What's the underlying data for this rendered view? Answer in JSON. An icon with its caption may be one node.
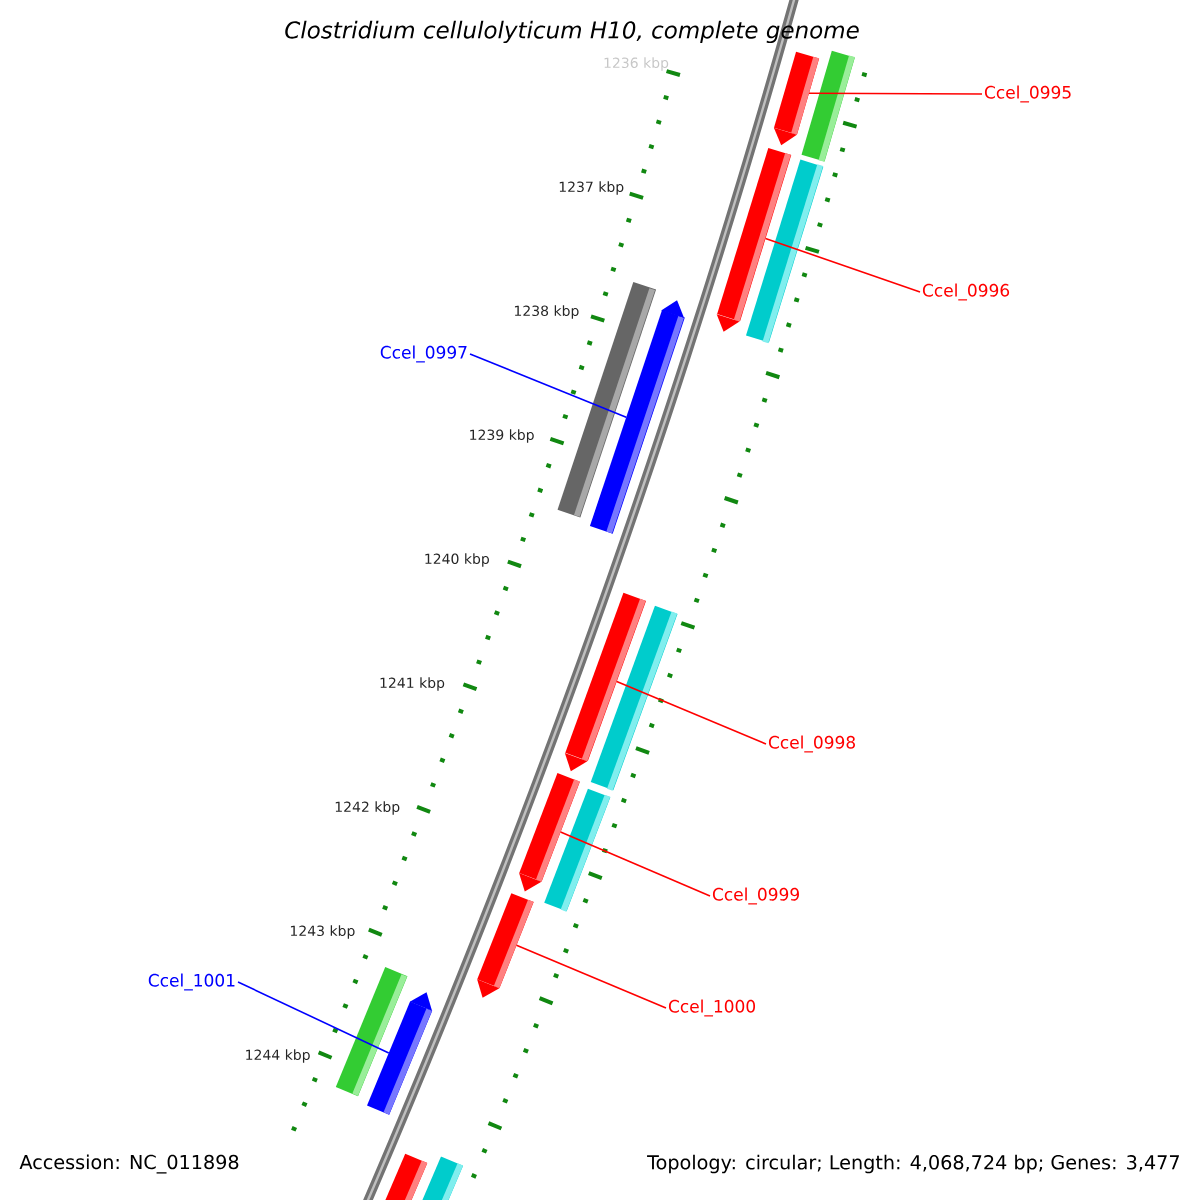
{
  "diagram": {
    "title": "Clostridium cellulolyticum H10, complete genome",
    "nodes": [
      {
        "text": [
          "Ccel_0995"
        ]
      },
      {
        "text": [
          "Ccel_0996"
        ]
      },
      {
        "text": [
          "Ccel_0997"
        ]
      },
      {
        "text": [
          "Ccel_0998"
        ]
      },
      {
        "text": [
          "Ccel_0999"
        ]
      },
      {
        "text": [
          "Ccel_1000"
        ]
      },
      {
        "text": [
          "Ccel_1001"
        ]
      },
      {
        "text": [],
        "shape": "bar"
      },
      {
        "text": [],
        "shape": "bar"
      },
      {
        "text": [],
        "shape": "bar"
      },
      {
        "text": [],
        "shape": "bar"
      },
      {
        "text": [],
        "shape": "bar"
      },
      {
        "text": [],
        "shape": "bar"
      },
      {
        "text": [],
        "shape": "bar"
      },
      {
        "text": [],
        "shape": "bar"
      },
      {
        "text": [],
        "shape": "bar"
      },
      {
        "text": [],
        "shape": "bar"
      },
      {
        "text": [],
        "shape": "bar"
      },
      {
        "text": [],
        "shape": "bar"
      },
      {
        "text": [],
        "shape": "bar"
      },
      {
        "text": [],
        "shape": "bar"
      },
      {
        "text": [],
        "shape": "bar"
      }
    ],
    "edges": [
      {
        "from": 0,
        "to": 7,
        "arrow": "none"
      },
      {
        "from": 1,
        "to": 9,
        "arrow": "none"
      },
      {
        "from": 2,
        "to": 12,
        "arrow": "none",
        "color": "#0000ff"
      },
      {
        "from": 3,
        "to": 13,
        "arrow": "none"
      },
      {
        "from": 4,
        "to": 15,
        "arrow": "none"
      },
      {
        "from": 5,
        "to": 17,
        "arrow": "none"
      },
      {
        "from": 6,
        "to": 19,
        "arrow": "none",
        "color": "#0000ff"
      }
    ],
    "labels": [
      "1236 kbp",
      "1237 kbp",
      "1238 kbp",
      "1239 kbp",
      "1240 kbp",
      "1241 kbp",
      "1242 kbp",
      "1243 kbp",
      "1244 kbp",
      "Accession: NC_011898",
      "Topology: circular; Length: 4,068,724 bp; Genes: 3,477"
    ]
  }
}
